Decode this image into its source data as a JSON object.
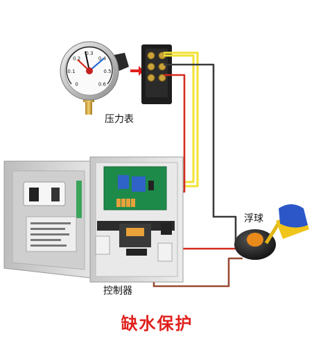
{
  "labels": {
    "pressure_gauge": "压力表",
    "float_switch": "浮球",
    "controller": "控制器",
    "title": "缺水保护"
  },
  "gauge": {
    "ticks": [
      "0",
      "0.1",
      "0.2",
      "0.3",
      "0.4",
      "0.5",
      "0.6"
    ]
  },
  "colors": {
    "title": "#e0201c",
    "wire_yellow": "#f2e233",
    "wire_black": "#3a3a3a",
    "wire_red": "#d42a1e",
    "wire_brown": "#9a4a32",
    "arrow_red": "#e0201c",
    "float_blue": "#2b57c8",
    "float_yellow": "#f0c419",
    "cabinet_gray": "#d9d9d9",
    "pcb_green": "#1e8a4a",
    "terminal_orange": "#e9a13a"
  }
}
